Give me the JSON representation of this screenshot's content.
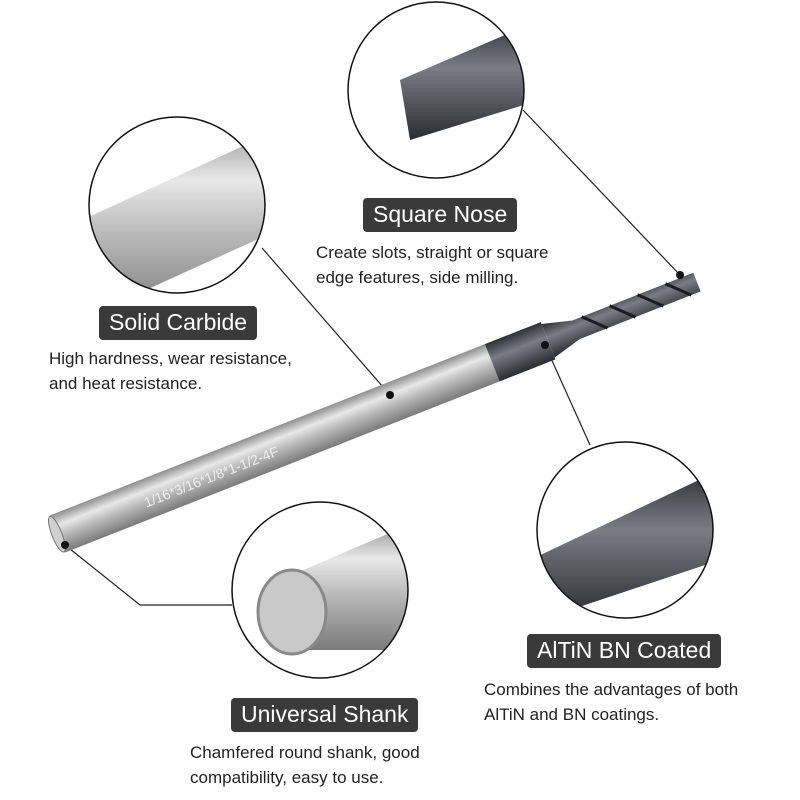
{
  "engraving": "1/16*3/16*1/8*1-1/2-4F",
  "callouts": [
    {
      "title": "Square Nose",
      "lines": [
        "Create slots, straight or square",
        "edge features, side milling."
      ]
    },
    {
      "title": "Solid Carbide",
      "lines": [
        "High hardness, wear resistance,",
        "and heat resistance."
      ]
    },
    {
      "title": "AlTiN BN Coated",
      "lines": [
        "Combines the advantages of both",
        "AlTiN and BN coatings."
      ]
    },
    {
      "title": "Universal Shank",
      "lines": [
        "Chamfered round shank, good",
        "compatibility, easy to use."
      ]
    }
  ],
  "colors": {
    "label_bg": "#3a3a3a",
    "coating": "#4a4d55",
    "shank": "#c8c8c8"
  }
}
